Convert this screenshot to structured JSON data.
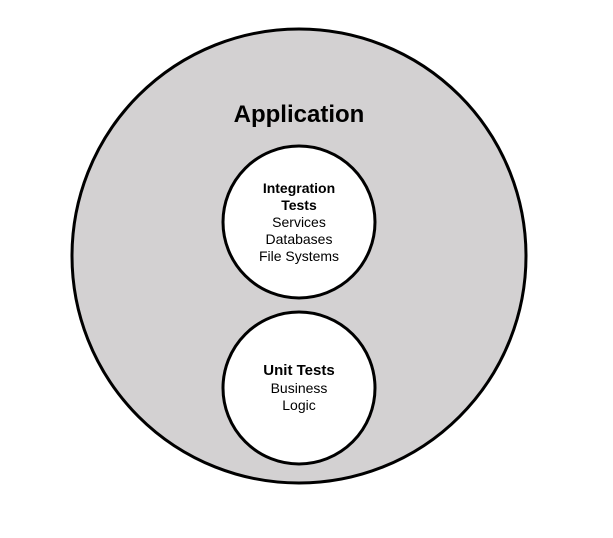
{
  "application": {
    "title": "Application"
  },
  "integration_tests": {
    "title_line1": "Integration",
    "title_line2": "Tests",
    "items": [
      "Services",
      "Databases",
      "File Systems"
    ]
  },
  "unit_tests": {
    "title": "Unit Tests",
    "items": [
      "Business",
      "Logic"
    ]
  },
  "colors": {
    "outer_fill": "#d3d1d2",
    "inner_fill": "#ffffff",
    "stroke": "#000000"
  }
}
